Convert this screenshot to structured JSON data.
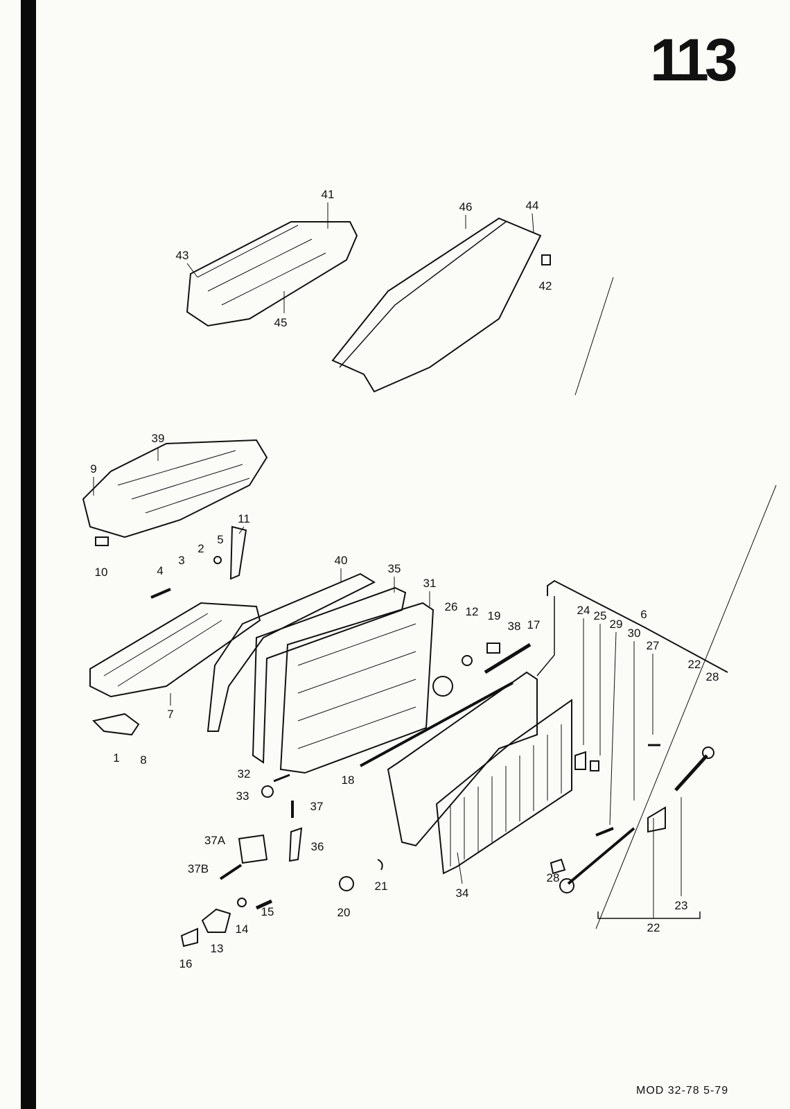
{
  "page_number": "113",
  "footer": "MOD 32-78   5-79",
  "callouts": [
    "41",
    "46",
    "44",
    "43",
    "42",
    "45",
    "39",
    "9",
    "11",
    "5",
    "2",
    "3",
    "4",
    "10",
    "40",
    "35",
    "31",
    "26",
    "12",
    "19",
    "38",
    "17",
    "24",
    "25",
    "29",
    "30",
    "6",
    "27",
    "22",
    "28",
    "7",
    "1",
    "8",
    "32",
    "18",
    "33",
    "37",
    "37A",
    "36",
    "37B",
    "21",
    "20",
    "34",
    "28",
    "23",
    "15",
    "14",
    "13",
    "16",
    "22"
  ]
}
